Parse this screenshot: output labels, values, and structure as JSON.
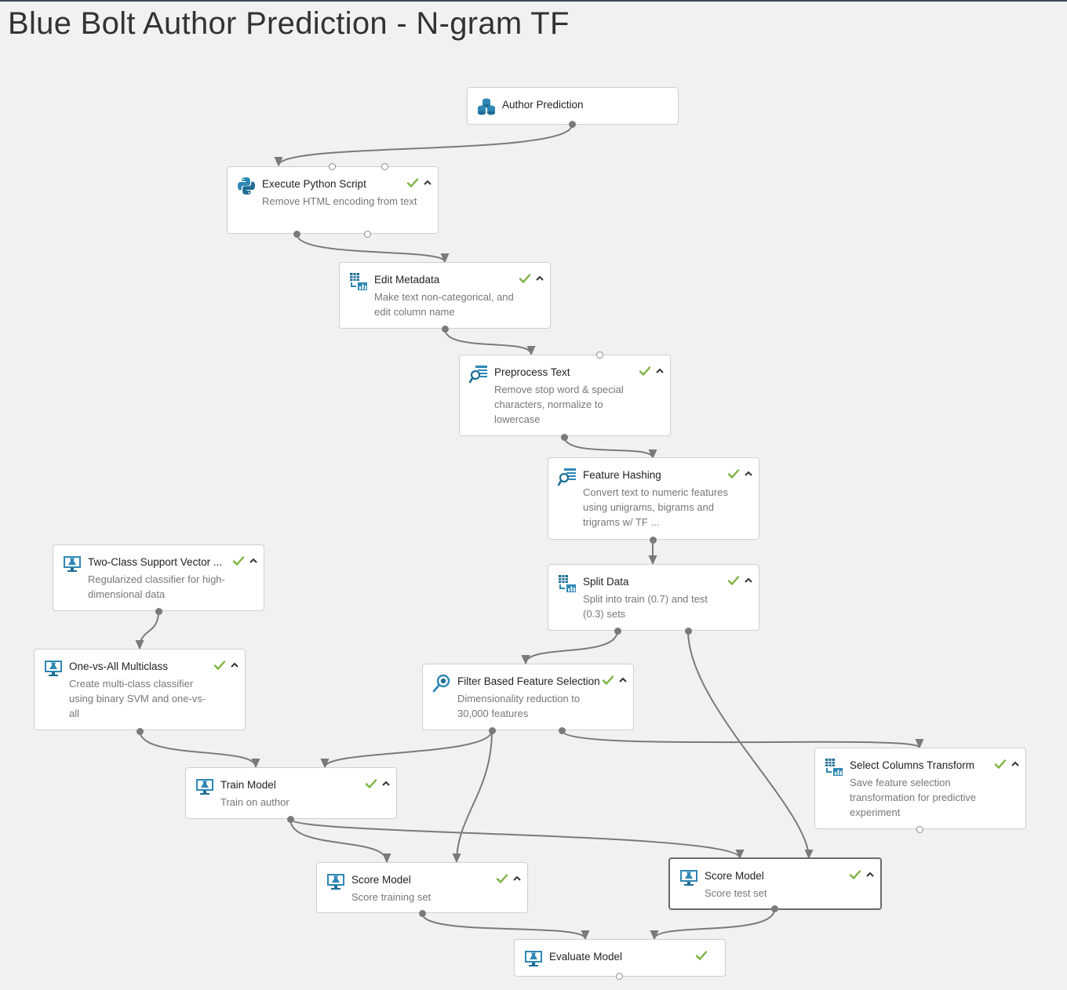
{
  "experiment": {
    "title": "Blue Bolt Author Prediction - N-gram TF"
  },
  "colors": {
    "check": "#7cb342",
    "icon": "#2e87b5",
    "edge": "#7a7a7a",
    "canvas": "#f1f1f1"
  },
  "nodes": {
    "author_prediction": {
      "title": "Author Prediction",
      "icon": "dataset-icon"
    },
    "execute_python": {
      "title": "Execute Python Script",
      "desc": "Remove HTML encoding from text",
      "icon": "python-icon"
    },
    "edit_metadata": {
      "title": "Edit Metadata",
      "desc": "Make text non-categorical, and edit column name",
      "icon": "metadata-icon"
    },
    "preprocess_text": {
      "title": "Preprocess Text",
      "desc": "Remove stop word & special characters, normalize to lowercase",
      "icon": "text-analytics-icon"
    },
    "feature_hashing": {
      "title": "Feature Hashing",
      "desc": "Convert text to numeric features using unigrams, bigrams and trigrams w/ TF  ...",
      "icon": "text-analytics-icon"
    },
    "split_data": {
      "title": "Split Data",
      "desc": "Split into train (0.7) and test (0.3) sets",
      "icon": "data-transform-icon"
    },
    "two_class_svm": {
      "title": "Two-Class Support Vector ...",
      "desc": "Regularized classifier for high-dimensional data",
      "icon": "ml-icon"
    },
    "one_vs_all": {
      "title": "One-vs-All Multiclass",
      "desc": "Create multi-class classifier using binary SVM and one-vs-all",
      "icon": "ml-icon"
    },
    "filter_feature_selection": {
      "title": "Filter Based Feature Selection",
      "desc": "Dimensionality reduction to 30,000 features",
      "icon": "feature-selection-icon"
    },
    "select_columns_transform": {
      "title": "Select Columns Transform",
      "desc": "Save feature selection transformation for predictive experiment",
      "icon": "data-transform-icon"
    },
    "train_model": {
      "title": "Train Model",
      "desc": "Train on author",
      "icon": "ml-icon"
    },
    "score_model_train": {
      "title": "Score Model",
      "desc": "Score training set",
      "icon": "ml-icon"
    },
    "score_model_test": {
      "title": "Score Model",
      "desc": "Score test set",
      "icon": "ml-icon"
    },
    "evaluate_model": {
      "title": "Evaluate Model",
      "icon": "ml-icon"
    }
  }
}
